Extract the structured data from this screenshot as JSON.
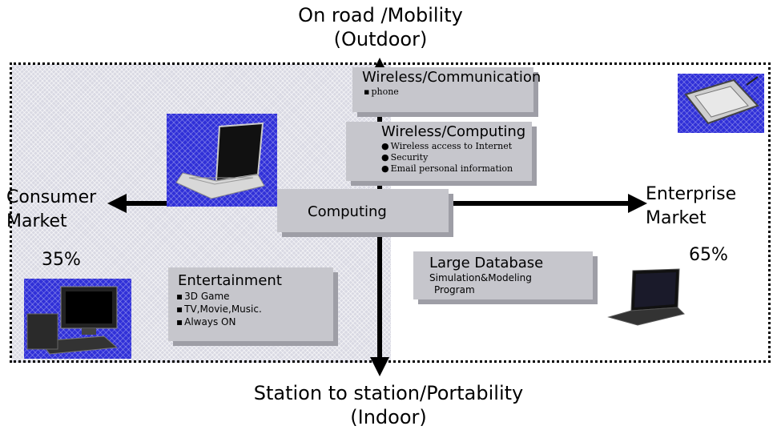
{
  "axes": {
    "top": {
      "line1": "On road /Mobility",
      "line2": "(Outdoor)"
    },
    "bottom": {
      "line1": "Station to station/Portability",
      "line2": "(Indoor)"
    },
    "left": {
      "line1": "Consumer",
      "line2": "Market",
      "percent": "35%"
    },
    "right": {
      "line1": "Enterprise",
      "line2": "Market",
      "percent": "65%"
    }
  },
  "boxes": {
    "wireless_comm": {
      "title": "Wireless/Communication",
      "items": [
        "phone"
      ]
    },
    "wireless_computing": {
      "title": "Wireless/Computing",
      "items": [
        "Wireless access to Internet",
        "Security",
        "Email personal information"
      ]
    },
    "computing": {
      "title": "Computing"
    },
    "entertainment": {
      "title": "Entertainment",
      "items": [
        "3D Game",
        "TV,Movie,Music.",
        "Always ON"
      ]
    },
    "large_database": {
      "title": "Large Database",
      "items": [
        "Simulation&Modeling",
        "Program"
      ]
    }
  },
  "images": {
    "laptop_top": "open-laptop-image",
    "desktop": "desktop-computer-image",
    "tablet": "tablet-device-image",
    "laptop_enterprise": "laptop-image"
  },
  "colors": {
    "image_bg": "#3030d8",
    "box_bg": "#c6c6cc",
    "region_bg": "#d9d9e3"
  }
}
